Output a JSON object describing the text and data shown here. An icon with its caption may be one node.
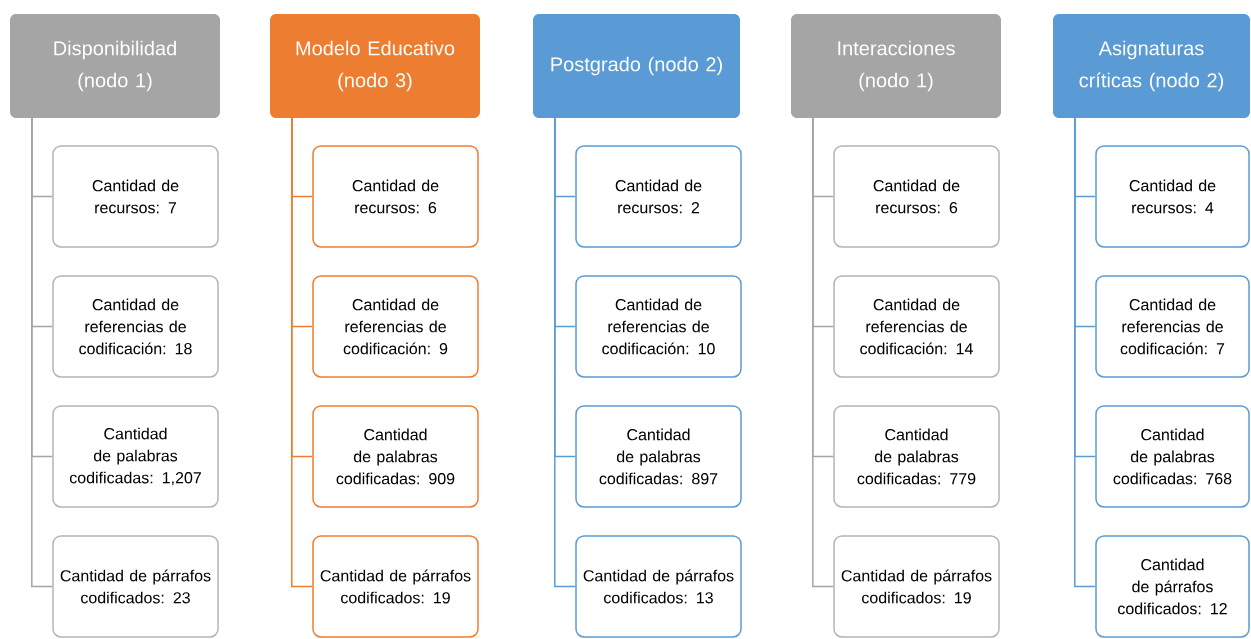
{
  "diagram": {
    "nodes": [
      {
        "text": [
          "Disponibilidad (nodo 1)"
        ]
      },
      {
        "text": [
          "Cantidad de recursos: 7"
        ]
      },
      {
        "text": [
          "Cantidad de referencias de codificación: 18"
        ]
      },
      {
        "text": [
          "Cantidad de palabras codificadas: 1,207"
        ]
      },
      {
        "text": [
          "Cantidad de párrafos codificados: 23"
        ]
      },
      {
        "text": [
          "Modelo Educativo (nodo 3)"
        ]
      },
      {
        "text": [
          "Cantidad de recursos: 6"
        ]
      },
      {
        "text": [
          "Cantidad de referencias de codificación: 9"
        ]
      },
      {
        "text": [
          "Cantidad de palabras codificadas: 909"
        ]
      },
      {
        "text": [
          "Cantidad de párrafos codificados: 19"
        ]
      },
      {
        "text": [
          "Postgrado (nodo 2)"
        ]
      },
      {
        "text": [
          "Cantidad de recursos: 2"
        ]
      },
      {
        "text": [
          "Cantidad de referencias de codificación: 10"
        ]
      },
      {
        "text": [
          "Cantidad de palabras codificadas: 897"
        ]
      },
      {
        "text": [
          "Cantidad de párrafos codificados: 13"
        ]
      },
      {
        "text": [
          "Interacciones (nodo 1)"
        ]
      },
      {
        "text": [
          "Cantidad de recursos: 6"
        ]
      },
      {
        "text": [
          "Cantidad de referencias de codificación: 14"
        ]
      },
      {
        "text": [
          "Cantidad de palabras codificadas: 779"
        ]
      },
      {
        "text": [
          "Cantidad de párrafos codificados: 19"
        ]
      },
      {
        "text": [
          "Asignaturas críticas (nodo 2)"
        ]
      },
      {
        "text": [
          "Cantidad de recursos: 4"
        ]
      },
      {
        "text": [
          "Cantidad de referencias de codificación: 7"
        ]
      },
      {
        "text": [
          "Cantidad de palabras codificadas: 768"
        ]
      },
      {
        "text": [
          "Cantidad de párrafos codificados: 12"
        ]
      }
    ],
    "edges": [
      {
        "from": 0,
        "to": 1,
        "arrow": "none",
        "color": "#a5a5a5"
      },
      {
        "from": 0,
        "to": 2,
        "arrow": "none",
        "color": "#a5a5a5"
      },
      {
        "from": 0,
        "to": 3,
        "arrow": "none",
        "color": "#a5a5a5"
      },
      {
        "from": 0,
        "to": 4,
        "arrow": "none",
        "color": "#a5a5a5"
      },
      {
        "from": 5,
        "to": 6,
        "arrow": "none",
        "color": "#ed7d31"
      },
      {
        "from": 5,
        "to": 7,
        "arrow": "none",
        "color": "#ed7d31"
      },
      {
        "from": 5,
        "to": 8,
        "arrow": "none",
        "color": "#ed7d31"
      },
      {
        "from": 5,
        "to": 9,
        "arrow": "none",
        "color": "#ed7d31"
      },
      {
        "from": 10,
        "to": 11,
        "arrow": "none",
        "color": "#5b9bd5"
      },
      {
        "from": 10,
        "to": 12,
        "arrow": "none",
        "color": "#5b9bd5"
      },
      {
        "from": 10,
        "to": 13,
        "arrow": "none",
        "color": "#5b9bd5"
      },
      {
        "from": 10,
        "to": 14,
        "arrow": "none",
        "color": "#5b9bd5"
      },
      {
        "from": 15,
        "to": 16,
        "arrow": "none",
        "color": "#a5a5a5"
      },
      {
        "from": 15,
        "to": 17,
        "arrow": "none",
        "color": "#a5a5a5"
      },
      {
        "from": 15,
        "to": 18,
        "arrow": "none",
        "color": "#a5a5a5"
      },
      {
        "from": 15,
        "to": 19,
        "arrow": "none",
        "color": "#a5a5a5"
      },
      {
        "from": 20,
        "to": 21,
        "arrow": "none",
        "color": "#5b9bd5"
      },
      {
        "from": 20,
        "to": 22,
        "arrow": "none",
        "color": "#5b9bd5"
      },
      {
        "from": 20,
        "to": 23,
        "arrow": "none",
        "color": "#5b9bd5"
      },
      {
        "from": 20,
        "to": 24,
        "arrow": "none",
        "color": "#5b9bd5"
      }
    ]
  }
}
